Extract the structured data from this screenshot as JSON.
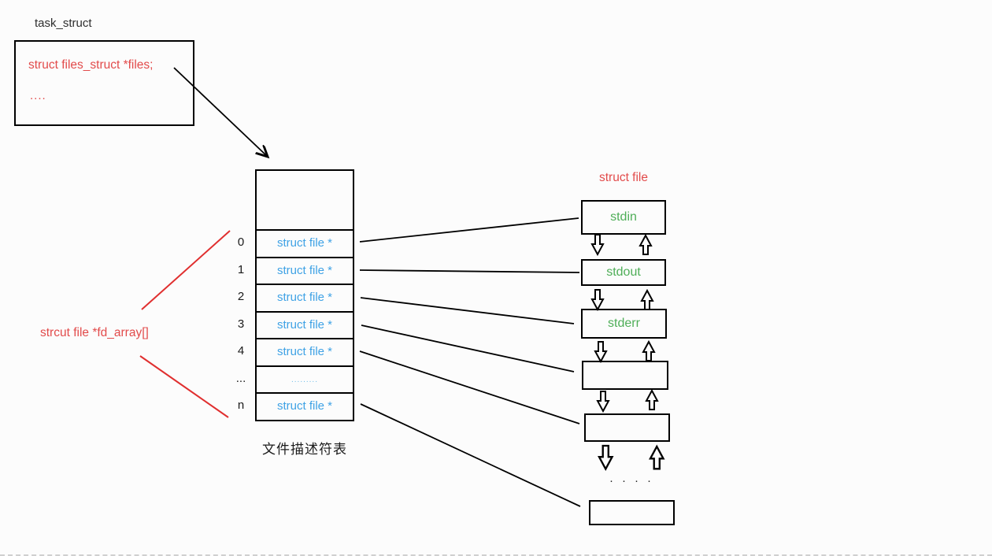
{
  "colors": {
    "background": "#fcfcfc",
    "red_text": "#e24b4b",
    "red_line": "#e02f2f",
    "blue_pointer_text": "#3fa2e5",
    "green_stream_text": "#4fae58",
    "black": "#000000"
  },
  "task_struct": {
    "title": "task_struct",
    "field": "struct files_struct *files;",
    "ellipsis": "...."
  },
  "fd_table": {
    "caption": "文件描述符表",
    "pointer_label": "strcut file *fd_array[]",
    "rows": [
      {
        "index": "0",
        "value": "struct file *"
      },
      {
        "index": "1",
        "value": "struct file *"
      },
      {
        "index": "2",
        "value": "struct file *"
      },
      {
        "index": "3",
        "value": "struct file *"
      },
      {
        "index": "4",
        "value": "struct file *"
      },
      {
        "index": "...",
        "value": "........."
      },
      {
        "index": "n",
        "value": "struct file *"
      }
    ]
  },
  "struct_file": {
    "title": "struct file",
    "boxes": [
      {
        "label": "stdin"
      },
      {
        "label": "stdout"
      },
      {
        "label": "stderr"
      },
      {
        "label": ""
      },
      {
        "label": ""
      },
      {
        "label": ""
      }
    ],
    "dots": "····"
  }
}
